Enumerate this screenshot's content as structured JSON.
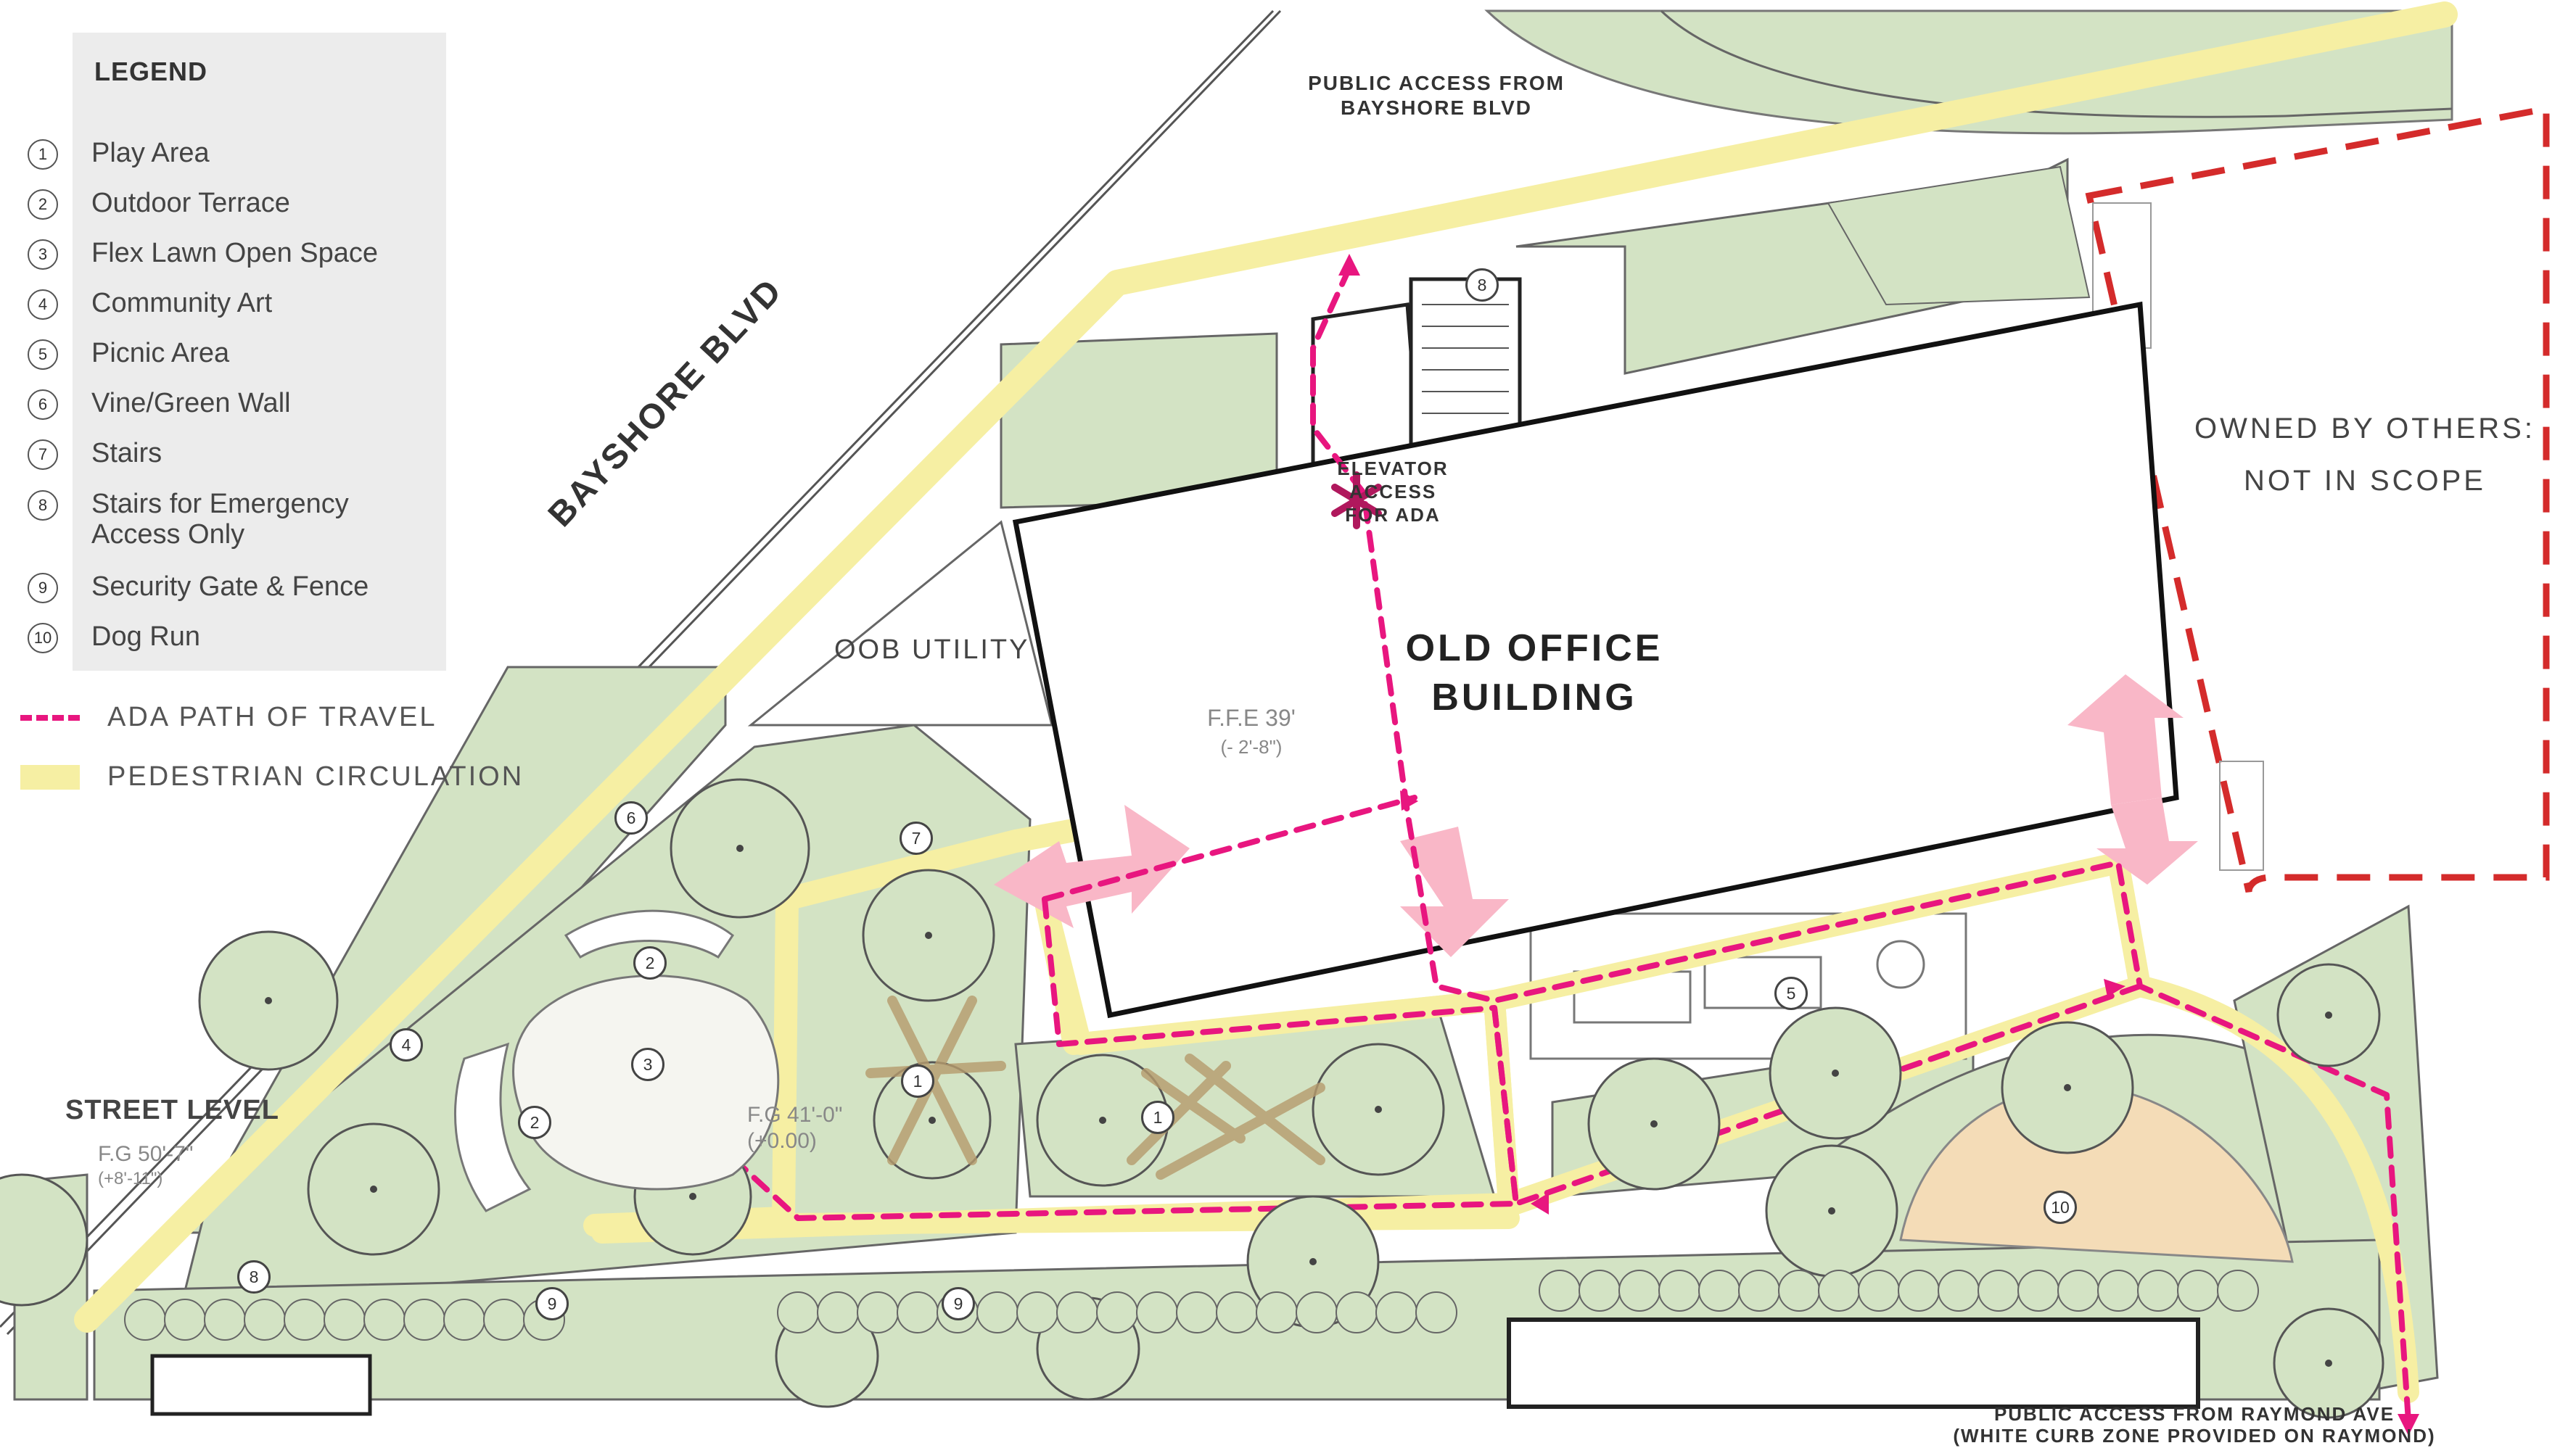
{
  "legend": {
    "title": "LEGEND",
    "items": [
      {
        "num": "1",
        "label": "Play Area"
      },
      {
        "num": "2",
        "label": "Outdoor Terrace"
      },
      {
        "num": "3",
        "label": "Flex Lawn Open Space"
      },
      {
        "num": "4",
        "label": "Community Art"
      },
      {
        "num": "5",
        "label": "Picnic Area"
      },
      {
        "num": "6",
        "label": "Vine/Green Wall"
      },
      {
        "num": "7",
        "label": "Stairs"
      },
      {
        "num": "8",
        "label": "Stairs for Emergency Access Only"
      },
      {
        "num": "9",
        "label": "Security Gate & Fence"
      },
      {
        "num": "10",
        "label": "Dog Run"
      }
    ],
    "ada_path_label": "ADA PATH OF TRAVEL",
    "pedestrian_label": "PEDESTRIAN CIRCULATION"
  },
  "labels": {
    "public_access_top_1": "PUBLIC ACCESS FROM",
    "public_access_top_2": "BAYSHORE BLVD",
    "street_name": "BAYSHORE BLVD",
    "owned_by_others_1": "OWNED BY OTHERS:",
    "owned_by_others_2": "NOT IN SCOPE",
    "building_1": "OLD OFFICE",
    "building_2": "BUILDING",
    "utility": "OOB UTILITY",
    "elevator_1": "ELEVATOR",
    "elevator_2": "ACCESS",
    "elevator_3": "FOR ADA",
    "ffe_1": "F.F.E 39'",
    "ffe_2": "(- 2'-8\")",
    "fg41_1": "F.G 41'-0\"",
    "fg41_2": "(+0.00)",
    "street_level": "STREET LEVEL",
    "fg50_1": "F.G 50'-7\"",
    "fg50_2": "(+8'-11\")",
    "public_access_bottom_1": "PUBLIC ACCESS FROM RAYMOND AVE",
    "public_access_bottom_2": "(WHITE CURB ZONE PROVIDED ON RAYMOND)"
  },
  "callouts": [
    "1",
    "1",
    "2",
    "2",
    "3",
    "4",
    "5",
    "6",
    "7",
    "8",
    "8",
    "9",
    "9",
    "10"
  ],
  "colors": {
    "ada_path": "#e8167f",
    "pedestrian": "#f6efa3",
    "landscape": "#d3e3c4",
    "entry_arrow": "#f9b7c7",
    "not_in_scope": "#d42b2b",
    "dog_run": "#f4dcb7"
  }
}
